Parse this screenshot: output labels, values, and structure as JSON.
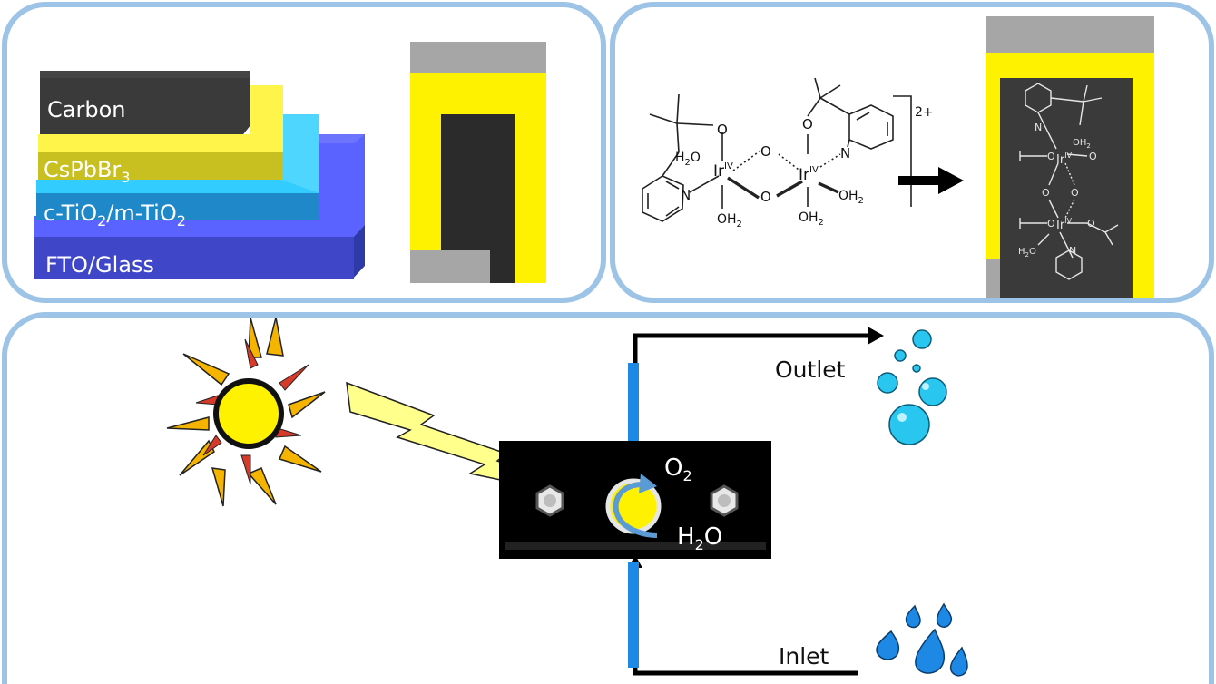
{
  "colors": {
    "panel_border": "#9dc3e6",
    "carbon": "#3a3a3a",
    "perovskite": "#fff200",
    "tio2": "#33ccff",
    "fto": "#5050ff",
    "grey_contact": "#a6a6a6",
    "water": "#29b6f6"
  },
  "device_stack": {
    "layers": [
      {
        "name": "Carbon",
        "sub": "",
        "tail": ""
      },
      {
        "name": "CsPbBr",
        "sub": "3",
        "tail": ""
      },
      {
        "name": "c-TiO",
        "sub": "2",
        "tail": "/m-TiO",
        "sub2": "2"
      },
      {
        "name": "FTO/Glass",
        "sub": "",
        "tail": ""
      }
    ]
  },
  "catalyst": {
    "charge": "2+",
    "metal": "Ir",
    "oxidation": "IV",
    "ligands": {
      "water": "H",
      "water_sub": "2",
      "water_o": "O",
      "hydroxo": "OH",
      "n": "N",
      "o": "O"
    }
  },
  "flow": {
    "outlet": "Outlet",
    "inlet": "Inlet",
    "o2": "O",
    "o2_sub": "2",
    "h2o_h": "H",
    "h2o_sub": "2",
    "h2o_o": "O"
  }
}
